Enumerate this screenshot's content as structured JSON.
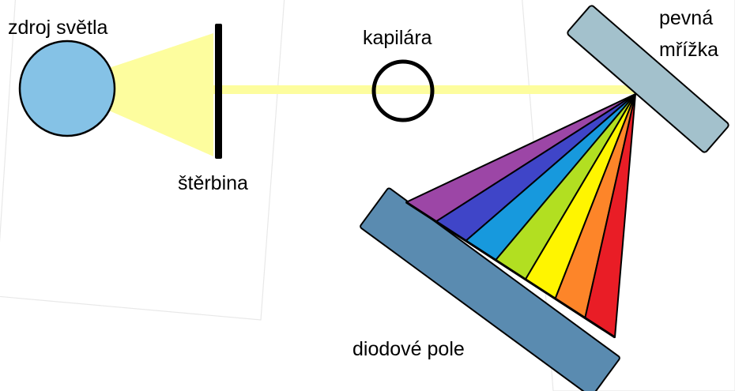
{
  "labels": {
    "light_source": "zdroj světla",
    "slit": "štěrbina",
    "capillary": "kapilára",
    "grating_line1": "pevná",
    "grating_line2": "mřížka",
    "diode_array": "diodové pole"
  },
  "colors": {
    "light_source": "#85c2e6",
    "light_beam": "#fdfd9e",
    "slit": "#000000",
    "grating": "#a3c1cc",
    "diode_array": "#5a8bb0",
    "outline": "#000000",
    "faint_frame": "#e8e8e8"
  },
  "spectrum_colors": [
    {
      "name": "violet",
      "color": "#9c46a6"
    },
    {
      "name": "indigo",
      "color": "#3f45c8"
    },
    {
      "name": "blue",
      "color": "#1799dd"
    },
    {
      "name": "green",
      "color": "#b2df21"
    },
    {
      "name": "yellow",
      "color": "#fff500"
    },
    {
      "name": "orange",
      "color": "#fd8529"
    },
    {
      "name": "red",
      "color": "#e91d26"
    }
  ]
}
